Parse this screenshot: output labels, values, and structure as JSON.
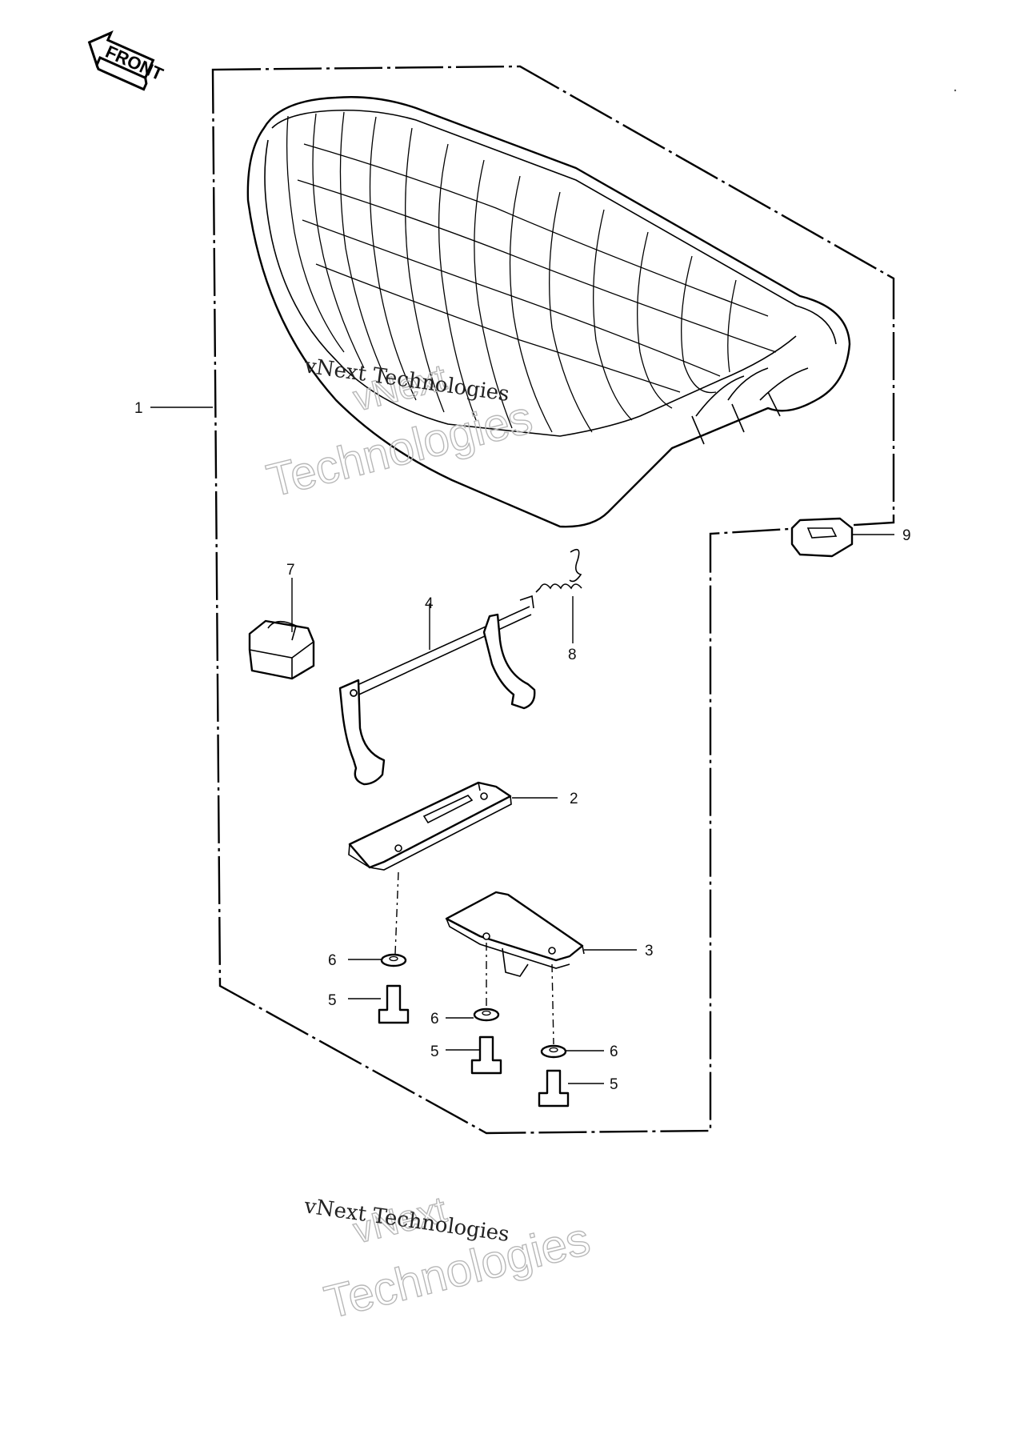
{
  "front_label": "FRONT",
  "callouts": [
    {
      "id": "c1",
      "label": "1"
    },
    {
      "id": "c2",
      "label": "2"
    },
    {
      "id": "c3",
      "label": "3"
    },
    {
      "id": "c4",
      "label": "4"
    },
    {
      "id": "c5a",
      "label": "5"
    },
    {
      "id": "c5b",
      "label": "5"
    },
    {
      "id": "c5c",
      "label": "5"
    },
    {
      "id": "c6a",
      "label": "6"
    },
    {
      "id": "c6b",
      "label": "6"
    },
    {
      "id": "c6c",
      "label": "6"
    },
    {
      "id": "c7",
      "label": "7"
    },
    {
      "id": "c8",
      "label": "8"
    },
    {
      "id": "c9",
      "label": "9"
    }
  ],
  "watermarks": {
    "upper_serif": "vNext Technologies",
    "upper_outline_line1": "vNext",
    "upper_outline_line2": "Technologies",
    "lower_serif": "vNext Technologies",
    "lower_outline_line1": "vNext",
    "lower_outline_line2": "Technologies"
  }
}
